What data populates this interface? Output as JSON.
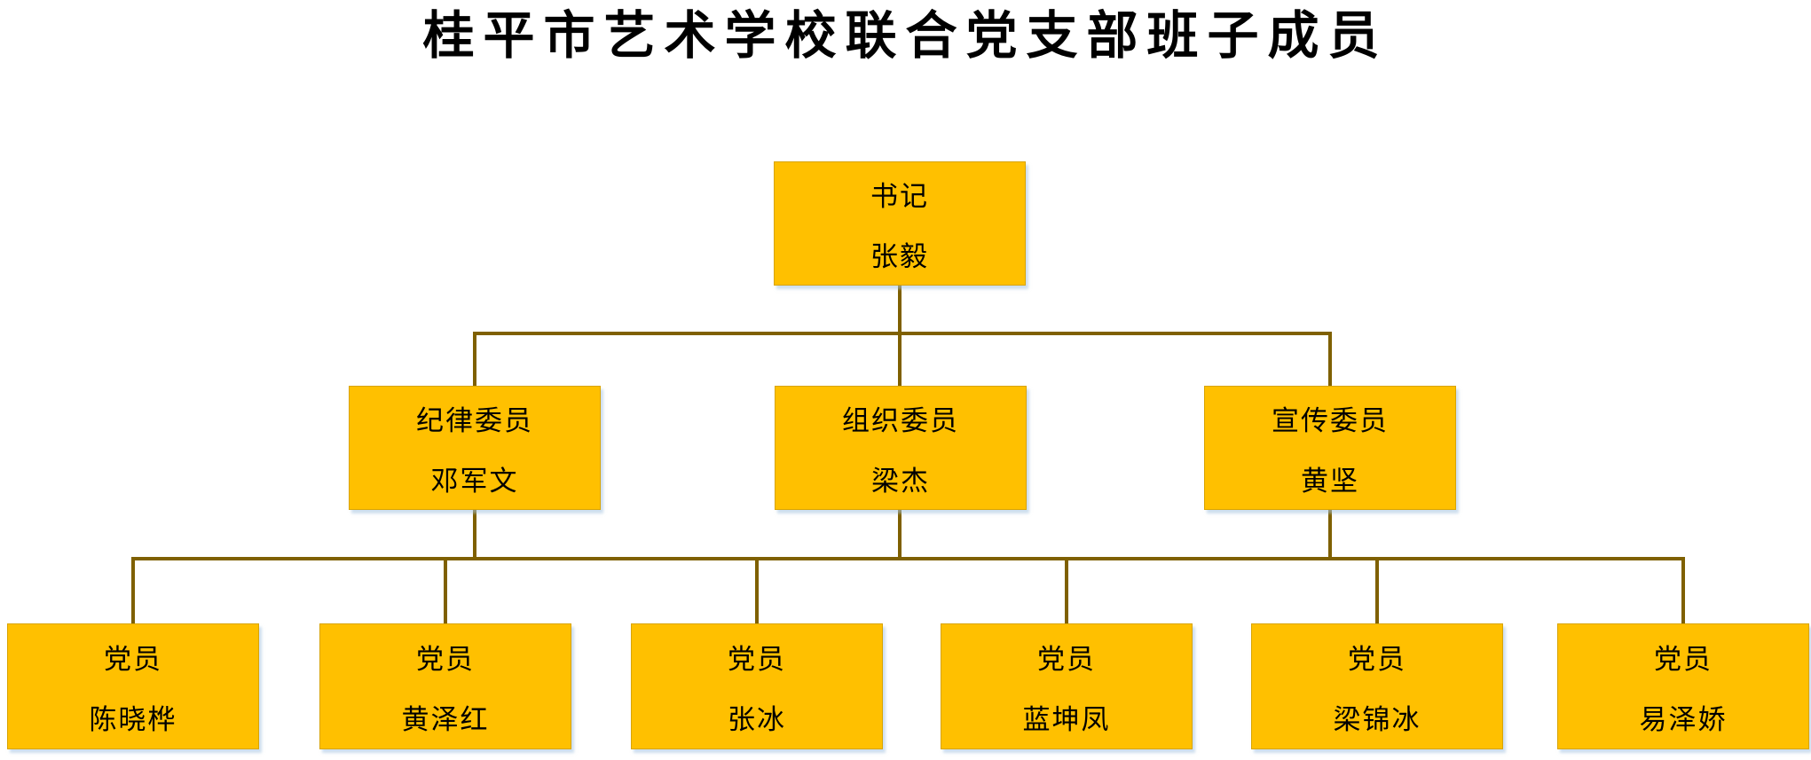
{
  "page": {
    "title": "桂平市艺术学校联合党支部班子成员"
  },
  "colors": {
    "box_fill": "#FFC000",
    "connector": "#7F6000",
    "text": "#000000"
  },
  "org": {
    "root": {
      "role": "书记",
      "name": "张毅"
    },
    "level2": [
      {
        "role": "纪律委员",
        "name": "邓军文"
      },
      {
        "role": "组织委员",
        "name": "梁杰"
      },
      {
        "role": "宣传委员",
        "name": "黄坚"
      }
    ],
    "level3": [
      {
        "role": "党员",
        "name": "陈晓桦"
      },
      {
        "role": "党员",
        "name": "黄泽红"
      },
      {
        "role": "党员",
        "name": "张冰"
      },
      {
        "role": "党员",
        "name": "蓝坤凤"
      },
      {
        "role": "党员",
        "name": "梁锦冰"
      },
      {
        "role": "党员",
        "name": "易泽娇"
      }
    ]
  }
}
